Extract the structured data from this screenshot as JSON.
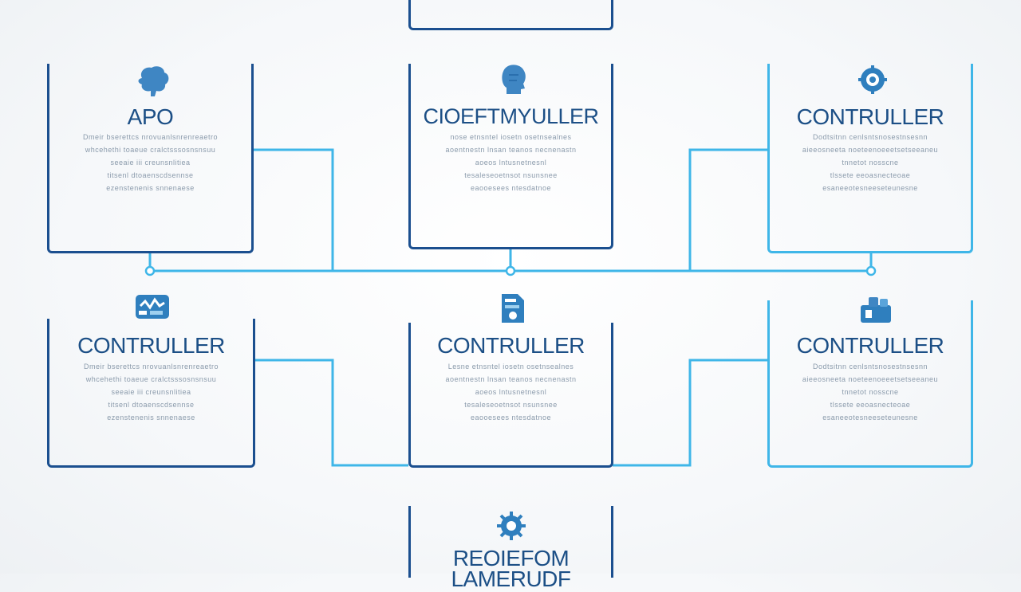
{
  "nodes": {
    "top": {
      "title": ""
    },
    "mid_left": {
      "title": "APO",
      "lines": [
        "Dmeir bserettcs nrovuanlsnrenreaetro",
        "whcehethi toaeue cralctsssosnsnsuu",
        "seeaie iii creunsnlitiea",
        "titsenl dtoaenscdsennse",
        "ezenstenenis snnenaese"
      ]
    },
    "mid_center": {
      "title": "CIOEFTMYULLER",
      "lines": [
        "nose etnsntel iosetn osetnsealnes",
        "aoentnestn lnsan teanos necnenastn",
        "aoeos lntusnetnesnl",
        "tesaleseoetnsot nsunsnee",
        "eaooesees ntesdatnoe"
      ]
    },
    "mid_right": {
      "title": "CONTRULLER",
      "lines": [
        "Dodtsitnn cenlsntsnosestnsesnn",
        "aieeosneeta noeteenoeeetsetseeaneu",
        "tnnetot nosscne",
        "tlssete eeoasnecteoae",
        "esaneeotesneeseteunesne"
      ]
    },
    "bot_left": {
      "title": "CONTRULLER",
      "lines": [
        "Dmeir bserettcs nrovuanlsnrenreaetro",
        "whcehethi toaeue cralctsssosnsnsuu",
        "seeaie iii creunsnlitiea",
        "titsenl dtoaenscdsennse",
        "ezenstenenis snnenaese"
      ]
    },
    "bot_center": {
      "title": "CONTRULLER",
      "lines": [
        "Lesne etnsntel iosetn osetnsealnes",
        "aoentnestn lnsan teanos necnenastn",
        "aoeos lntusnetnesnl",
        "tesaleseoetnsot nsunsnee",
        "eaooesees ntesdatnoe"
      ]
    },
    "bot_right": {
      "title": "CONTRULLER",
      "lines": [
        "Dodtsitnn cenlsntsnosestnsesnn",
        "aieeosneeta noeteenoeeetsetseeaneu",
        "tnnetot nosscne",
        "tlssete eeoasnecteoae",
        "esaneeotesneeseteunesne"
      ]
    },
    "bottom": {
      "title": "REOIEFOM",
      "subtitle": "LAMERUDF"
    }
  },
  "icons": {
    "mid_left": "brain-icon",
    "mid_center": "head-icon",
    "mid_right": "gear-network-icon",
    "bot_left": "dashboard-icon",
    "bot_center": "document-icon",
    "bot_right": "server-icon",
    "bottom": "gear-icon"
  },
  "colors": {
    "dark_blue": "#1b4f8f",
    "light_blue": "#3fb6e8",
    "title_blue": "#1c4f86",
    "icon_blue": "#3f86c3",
    "body_text": "#8a9aab"
  }
}
